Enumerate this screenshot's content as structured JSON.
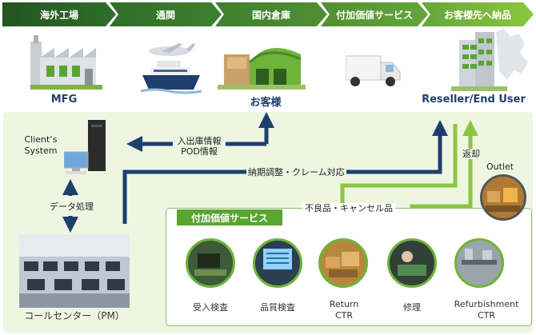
{
  "stages": [
    "海外工場",
    "通関",
    "国内倉庫",
    "付加価値サービス",
    "お客様先へ納品"
  ],
  "nodes": {
    "mfg": "MFG",
    "customer": "お客様",
    "reseller": "Reseller/End User",
    "client_system": "Client’s System",
    "call_center": "コールセンター（PM）",
    "outlet": "Outlet"
  },
  "flows": {
    "inventory_info": "入出庫情報",
    "pod_info": "POD情報",
    "delivery_claim": "納期調整・クレーム対応",
    "data_processing": "データ処理",
    "return_label": "返却",
    "defect_cancel": "不良品・キャンセル品"
  },
  "value_added": {
    "title": "付加価値サービス",
    "items": [
      "受入検査",
      "品質検査",
      "Return CTR",
      "修理",
      "Refurbishment CTR"
    ]
  },
  "colors": {
    "dark_green": "#2f6e2a",
    "light_green": "#8cc63f",
    "navy": "#1f3f6e",
    "panel": "#eef6e2"
  }
}
